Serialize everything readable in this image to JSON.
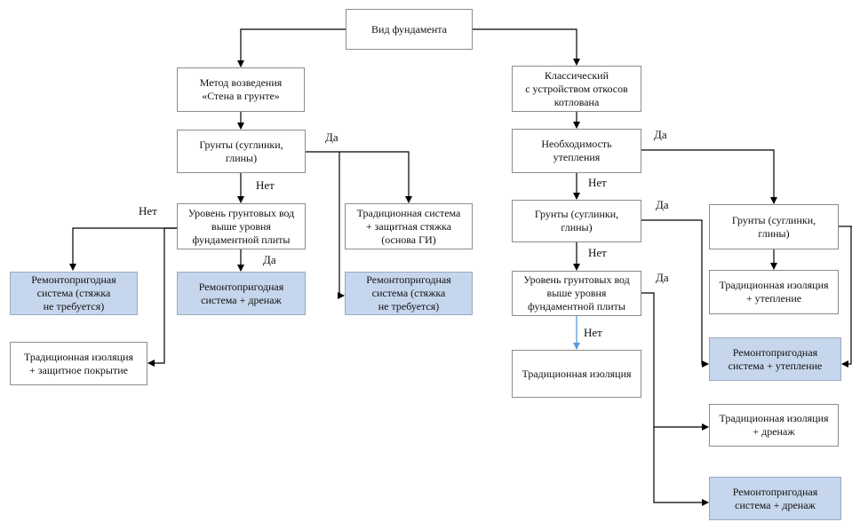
{
  "nodes": {
    "root": "Вид фундамента",
    "wall_method": "Метод возведения\n«Стена в грунте»",
    "classic": "Классический\nс устройством откосов\nкотлована",
    "soils_left": "Грунты (суглинки,\nглины)",
    "insulation_need": "Необходимость\nутепления",
    "gw_left": "Уровень грунтовых вод\nвыше уровня\nфундаментной плиты",
    "trad_screed": "Традиционная система\n+ защитная стяжка\n(основа ГИ)",
    "repair_no_screed_left": "Ремонтопригодная\nсистема (стяжка\nне требуется)",
    "repair_drainage_left": "Ремонтопригодная\nсистема + дренаж",
    "repair_no_screed_mid": "Ремонтопригодная\nсистема (стяжка\nне требуется)",
    "trad_cover": "Традиционная изоляция\n+ защитное покрытие",
    "soils_mid": "Грунты (суглинки,\nглины)",
    "soils_right": "Грунты (суглинки,\nглины)",
    "gw_right": "Уровень грунтовых вод\nвыше уровня\nфундаментной плиты",
    "trad_insul": "Традиционная изоляция",
    "trad_warming": "Традиционная изоляция\n+ утепление",
    "repair_warming": "Ремонтопригодная\nсистема + утепление",
    "trad_drainage": "Традиционная изоляция\n+ дренаж",
    "repair_drainage_right": "Ремонтопригодная\nсистема + дренаж"
  },
  "labels": {
    "yes1": "Да",
    "no1": "Нет",
    "no2": "Нет",
    "yes2": "Да",
    "yes3": "Да",
    "no3": "Нет",
    "yes4": "Да",
    "no4": "Нет",
    "yes5": "Да",
    "no5": "Нет"
  },
  "colors": {
    "decision_fill": "#c6d6ec",
    "line": "#000000",
    "blue_arrow": "#5b9bd5"
  }
}
